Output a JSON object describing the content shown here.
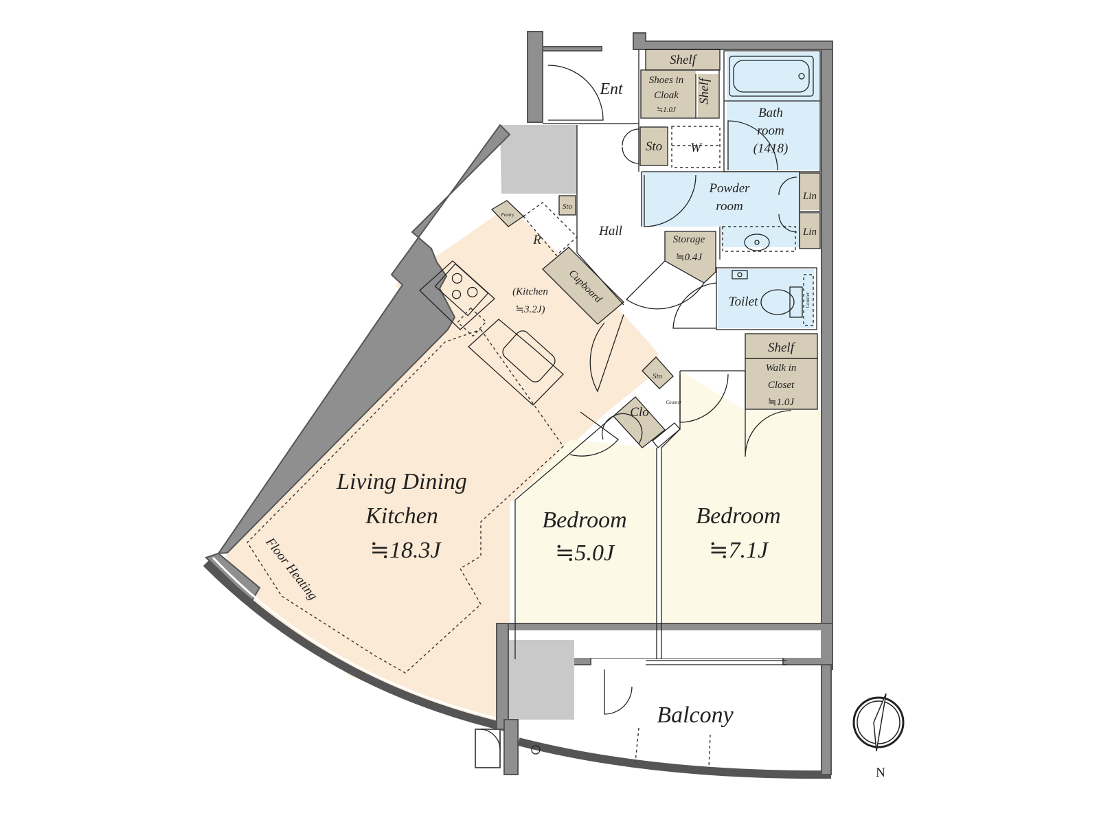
{
  "colors": {
    "ldk": "#fbead6",
    "bedroom": "#fdf9e7",
    "wet": "#daeef9",
    "storage": "#d6cdb8",
    "wall": "#8f8f8f",
    "floor": "#ffffff"
  },
  "rooms": {
    "entrance": "Ent",
    "hall": "Hall",
    "shelf_top": "Shelf",
    "shelf_side": "Shelf",
    "shoes_cloak_line1": "Shoes in",
    "shoes_cloak_line2": "Cloak",
    "shoes_cloak_area": "≒1.0J",
    "bath_line1": "Bath",
    "bath_line2": "room",
    "bath_line3": "(1418)",
    "sto_hall": "Sto",
    "washer": "W",
    "powder_line1": "Powder",
    "powder_line2": "room",
    "lin_1": "Lin",
    "lin_2": "Lin",
    "sto_small": "Sto",
    "pantry": "Pantry",
    "refrigerator": "R",
    "cupboard": "Cupboard",
    "kitchen_line1": "(Kitchen",
    "kitchen_line2": "≒3.2J)",
    "storage_line1": "Storage",
    "storage_line2": "≒0.4J",
    "toilet": "Toilet",
    "counter_toilet": "Counter",
    "shelf_wic": "Shelf",
    "wic_line1": "Walk in",
    "wic_line2": "Closet",
    "wic_area": "≒1.0J",
    "sto_bed": "Sto",
    "counter_bed": "Counter",
    "clo": "Clo",
    "ldk_line1": "Living Dining",
    "ldk_line2": "Kitchen",
    "ldk_area": "≒18.3J",
    "floor_heating": "Floor Heating",
    "bedroom1_name": "Bedroom",
    "bedroom1_area": "≒5.0J",
    "bedroom2_name": "Bedroom",
    "bedroom2_area": "≒7.1J",
    "balcony": "Balcony"
  },
  "compass": {
    "label": "N",
    "icon": "north-arrow-icon"
  }
}
